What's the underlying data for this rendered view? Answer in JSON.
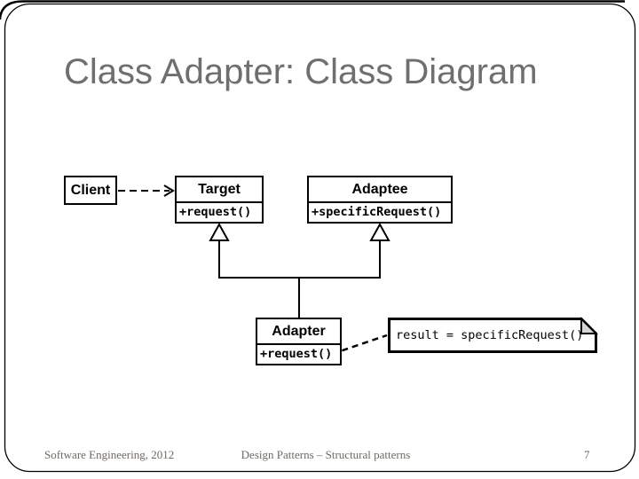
{
  "slide": {
    "title": "Class Adapter: Class Diagram",
    "title_color": "#6f6f6f",
    "background_color": "#ffffff",
    "border_color": "#000000"
  },
  "diagram": {
    "client": {
      "name": "Client"
    },
    "target": {
      "name": "Target",
      "method": "+request()"
    },
    "adaptee": {
      "name": "Adaptee",
      "method": "+specificRequest()"
    },
    "adapter": {
      "name": "Adapter",
      "method": "+request()"
    },
    "note": {
      "text": "result = specificRequest()"
    },
    "relations": {
      "client_target": "dashed-dependency-arrow",
      "adapter_target": "generalization-hollow-triangle",
      "adapter_adaptee": "generalization-hollow-triangle",
      "adapter_note": "dashed-note-anchor"
    }
  },
  "footer": {
    "left": "Software Engineering, 2012",
    "center": "Design Patterns – Structural patterns",
    "page_number": "7"
  }
}
